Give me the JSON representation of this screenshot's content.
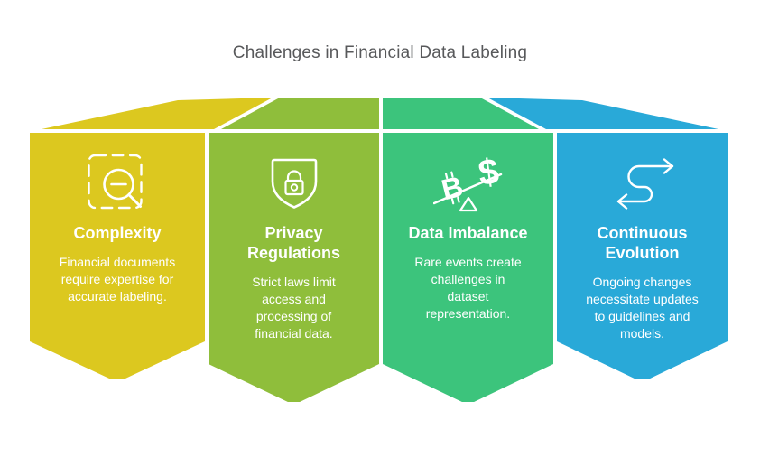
{
  "title": "Challenges in Financial Data Labeling",
  "palette": {
    "title_text": "#58595b",
    "card_text": "#ffffff",
    "background": "#ffffff"
  },
  "cards": [
    {
      "id": "complexity",
      "color": "#dcc81f",
      "icon": "magnifier-minus-dashed-box-icon",
      "title": "Complexity",
      "description": "Financial documents\nrequire expertise for\naccurate labeling."
    },
    {
      "id": "privacy-regulations",
      "color": "#8fbe3b",
      "icon": "shield-lock-icon",
      "title": "Privacy\nRegulations",
      "description": "Strict laws limit\naccess and\nprocessing of\nfinancial data."
    },
    {
      "id": "data-imbalance",
      "color": "#3cc47c",
      "icon": "currency-seesaw-icon",
      "title": "Data Imbalance",
      "description": "Rare events create\nchallenges in\ndataset\nrepresentation.",
      "icon_symbols": {
        "left": "B",
        "right": "$"
      }
    },
    {
      "id": "continuous-evolution",
      "color": "#29a9d8",
      "icon": "s-curve-arrows-icon",
      "title": "Continuous\nEvolution",
      "description": "Ongoing changes\nnecessitate updates\nto guidelines and\nmodels."
    }
  ]
}
